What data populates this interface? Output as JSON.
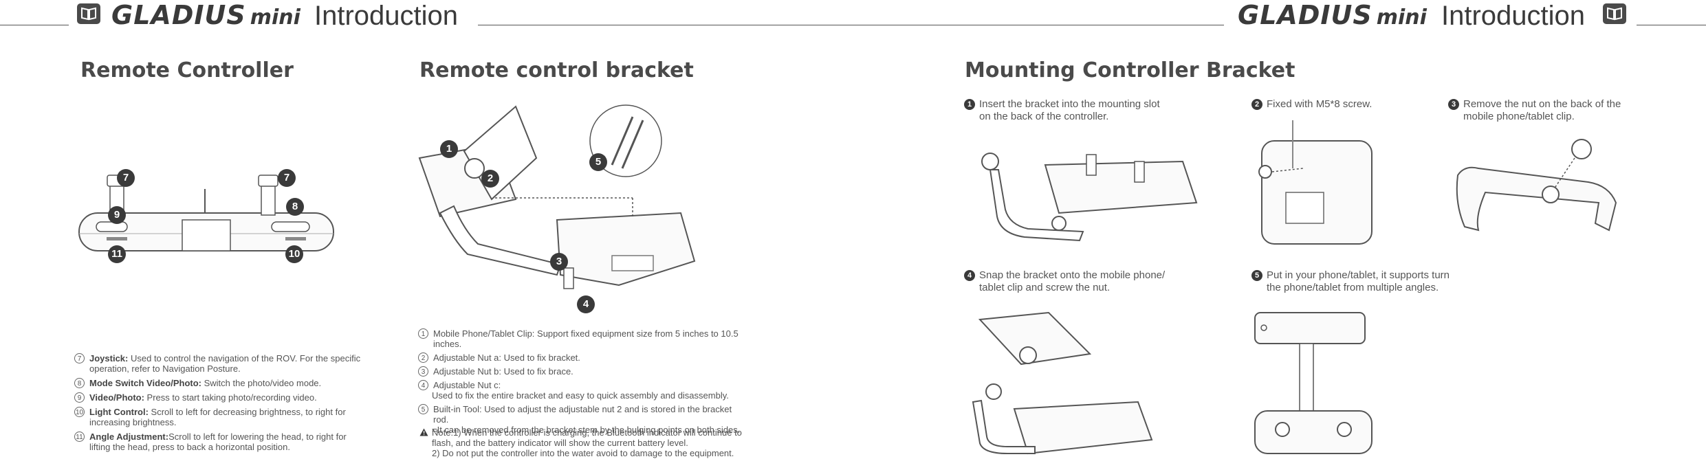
{
  "header": {
    "brand_main": "GLADIUS",
    "brand_sub": "mini",
    "section": "Introduction",
    "book_icon": "book-icon"
  },
  "remote_controller": {
    "title": "Remote Controller",
    "callouts": [
      "7",
      "7",
      "8",
      "9",
      "11",
      "10"
    ],
    "items": [
      {
        "num": "7",
        "label": "Joystick:",
        "text": " Used to control the navigation of the ROV. For the specific operation, refer to  Navigation Posture."
      },
      {
        "num": "8",
        "label": "Mode Switch Video/Photo:",
        "text": " Switch the photo/video mode."
      },
      {
        "num": "9",
        "label": "Video/Photo:",
        "text": " Press to start taking photo/recording video."
      },
      {
        "num": "10",
        "label": "Light Control:",
        "text": " Scroll to left for decreasing brightness, to right for increasing brightness."
      },
      {
        "num": "11",
        "label": "Angle Adjustment:",
        "text": "Scroll to left for lowering the head, to right for lifting the head, press to back a horizontal position."
      }
    ]
  },
  "bracket": {
    "title": "Remote control bracket",
    "callouts": [
      "1",
      "2",
      "3",
      "4",
      "5"
    ],
    "items": [
      {
        "num": "1",
        "label": "Mobile Phone/Tablet Clip:",
        "text": " Support fixed equipment size from 5 inches to 10.5 inches."
      },
      {
        "num": "2",
        "label": "Adjustable Nut a:",
        "text": " Used to fix bracket."
      },
      {
        "num": "3",
        "label": "Adjustable Nut b:",
        "text": " Used to fix brace."
      },
      {
        "num": "4",
        "label": "Adjustable Nut c:",
        "text": ""
      },
      {
        "num": "",
        "label": "",
        "text": "Used to fix the entire bracket and easy to quick assembly and disassembly."
      },
      {
        "num": "5",
        "label": "Built-in Tool:",
        "text": " Used to adjust the adjustable nut 2 and is stored in the bracket rod."
      },
      {
        "num": "",
        "label": "",
        "text": "=It can be removed from the bracket stem by the bulging points on both sides."
      }
    ],
    "note_icon": "warning-icon",
    "note_lines": [
      "Note:1) When the controller is charging, the Bluetooth indicator will continue to",
      "flash, and the battery indicator will show the current battery level.",
      "2) Do not put the controller into the water avoid to damage to the equipment."
    ]
  },
  "mounting": {
    "title": "Mounting Controller Bracket",
    "steps": [
      {
        "num": "1",
        "text": "Insert the bracket into the mounting slot on the back of the controller."
      },
      {
        "num": "2",
        "text": "Fixed with M5*8 screw."
      },
      {
        "num": "3",
        "text": "Remove the nut on the back of the mobile phone/tablet clip."
      },
      {
        "num": "4",
        "text": "Snap the bracket onto the mobile phone/ tablet clip and screw the nut."
      },
      {
        "num": "5",
        "text": "Put in your phone/tablet, it supports turn the phone/tablet from multiple angles."
      }
    ]
  }
}
